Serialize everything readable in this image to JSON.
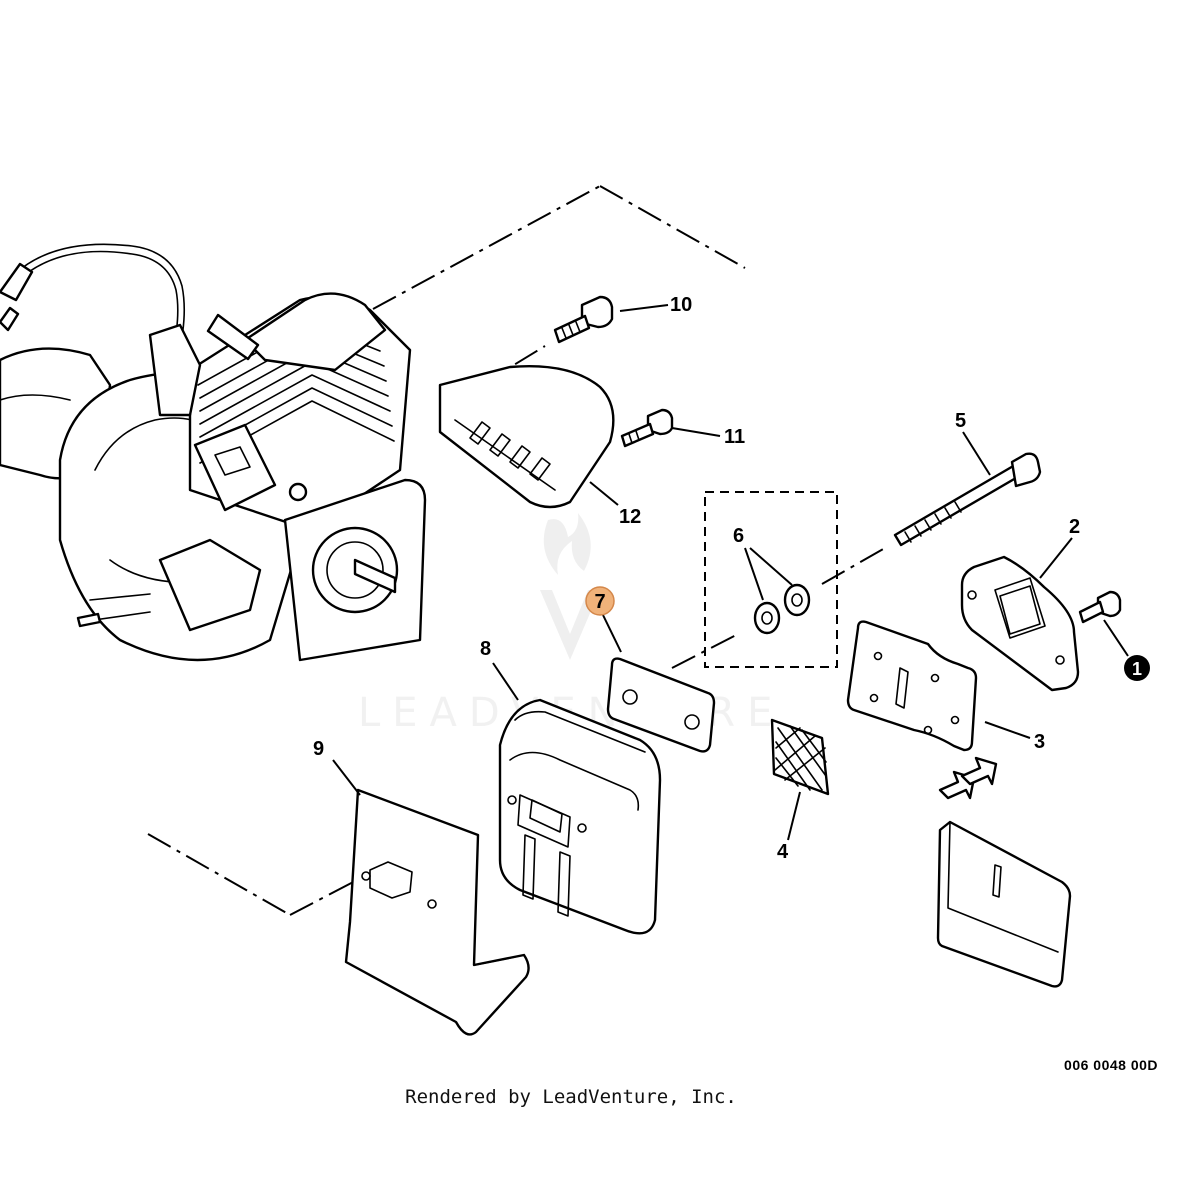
{
  "diagram": {
    "callouts": {
      "p1": "1",
      "p2": "2",
      "p3": "3",
      "p4": "4",
      "p5": "5",
      "p6": "6",
      "p7": "7",
      "p8": "8",
      "p9": "9",
      "p10": "10",
      "p11": "11",
      "p12": "12"
    },
    "highlight_color": "#f0b27a",
    "highlight_stroke": "#d4874a",
    "watermark": "LEADVENTURE",
    "drawing_number": "006 0048 00D",
    "credit": "Rendered by LeadVenture, Inc."
  }
}
